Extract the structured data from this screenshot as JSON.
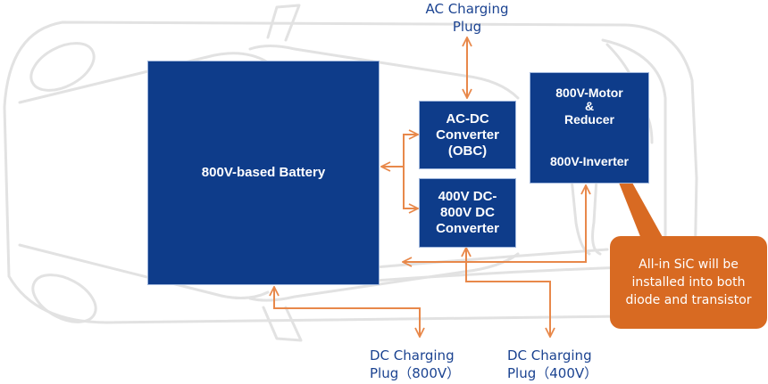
{
  "diagram": {
    "title": "800V EV power architecture with SiC",
    "colors": {
      "box_fill": "#0e3c8a",
      "arrow": "#e8884a",
      "label_text": "#1b4391",
      "callout_fill": "#d86a22",
      "car_outline": "#e2e2e2"
    },
    "components": {
      "battery": "800V-based Battery",
      "obc": "AC-DC\nConverter\n(OBC)",
      "dcdc": "400V DC-\n800V DC\nConverter",
      "motor": "800V-Motor\n&\nReducer",
      "inverter": "800V-Inverter"
    },
    "plugs": {
      "ac": "AC Charging\nPlug",
      "dc_800": "DC Charging\nPlug（800V）",
      "dc_400": "DC Charging\nPlug（400V）"
    },
    "callout": "All-in SiC will be\ninstalled into both\ndiode and transistor",
    "connections": [
      {
        "from": "ac-charging-plug",
        "to": "obc",
        "type": "bidirectional"
      },
      {
        "from": "obc",
        "to": "battery",
        "type": "branch"
      },
      {
        "from": "dcdc",
        "to": "battery",
        "type": "branch"
      },
      {
        "from": "inverter",
        "to": "battery",
        "type": "bidirectional"
      },
      {
        "from": "dc-400-plug",
        "to": "dcdc",
        "type": "bidirectional"
      },
      {
        "from": "dc-800-plug",
        "to": "battery",
        "type": "bidirectional"
      }
    ]
  }
}
